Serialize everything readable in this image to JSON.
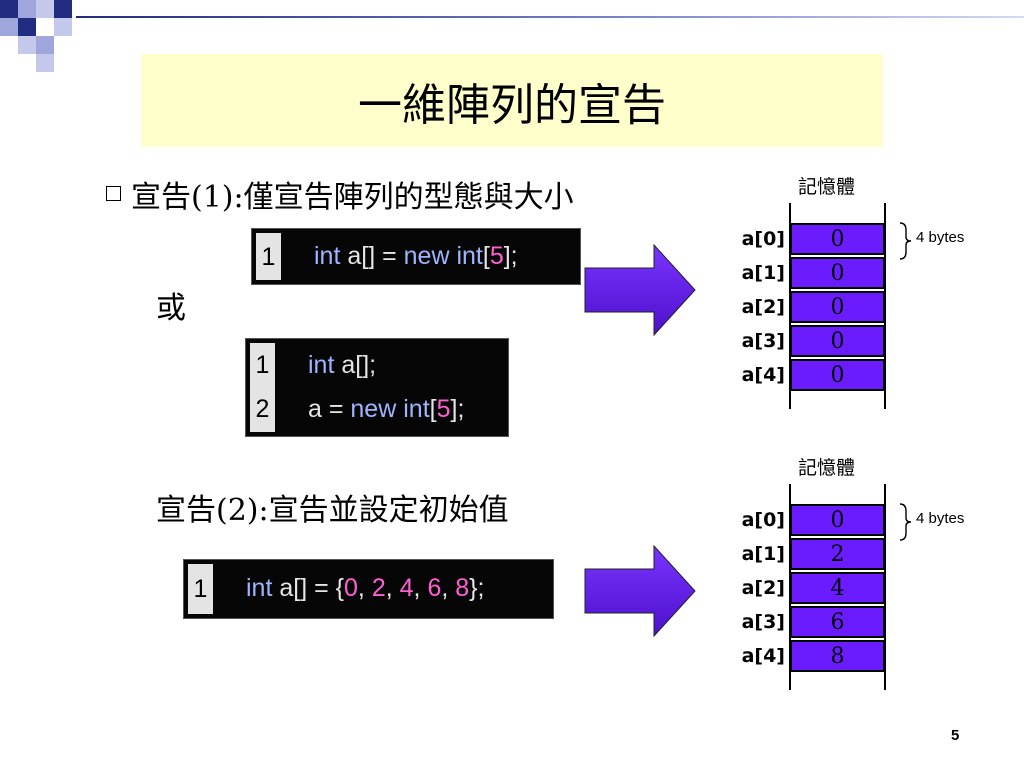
{
  "slide": {
    "title": "一維陣列的宣告",
    "page_number": "5"
  },
  "section1": {
    "heading": "宣告(1):僅宣告陣列的型態與大小",
    "or_label": "或",
    "code_a": {
      "line_numbers": [
        "1"
      ],
      "tokens": [
        {
          "text": "int",
          "style": "kw"
        },
        {
          "text": " a[] = ",
          "style": "plain"
        },
        {
          "text": "new",
          "style": "kw"
        },
        {
          "text": " ",
          "style": "plain"
        },
        {
          "text": "int",
          "style": "kw"
        },
        {
          "text": "[",
          "style": "plain"
        },
        {
          "text": "5",
          "style": "num"
        },
        {
          "text": "];",
          "style": "plain"
        }
      ]
    },
    "code_b": {
      "line_numbers": [
        "1",
        "2"
      ],
      "line1": [
        {
          "text": "int",
          "style": "kw"
        },
        {
          "text": " a[];",
          "style": "plain"
        }
      ],
      "line2": [
        {
          "text": "a = ",
          "style": "plain"
        },
        {
          "text": "new",
          "style": "kw"
        },
        {
          "text": " ",
          "style": "plain"
        },
        {
          "text": "int",
          "style": "kw"
        },
        {
          "text": "[",
          "style": "plain"
        },
        {
          "text": "5",
          "style": "num"
        },
        {
          "text": "];",
          "style": "plain"
        }
      ]
    },
    "memory": {
      "title": "記憶體",
      "brace_label": "4 bytes",
      "indices": [
        "a[0]",
        "a[1]",
        "a[2]",
        "a[3]",
        "a[4]"
      ],
      "values": [
        "0",
        "0",
        "0",
        "0",
        "0"
      ]
    }
  },
  "section2": {
    "heading": "宣告(2):宣告並設定初始值",
    "code_c": {
      "line_numbers": [
        "1"
      ],
      "tokens": [
        {
          "text": "int",
          "style": "kw"
        },
        {
          "text": " a[] = {",
          "style": "plain"
        },
        {
          "text": "0",
          "style": "num"
        },
        {
          "text": ", ",
          "style": "plain"
        },
        {
          "text": "2",
          "style": "num"
        },
        {
          "text": ", ",
          "style": "plain"
        },
        {
          "text": "4",
          "style": "num"
        },
        {
          "text": ", ",
          "style": "plain"
        },
        {
          "text": "6",
          "style": "num"
        },
        {
          "text": ", ",
          "style": "plain"
        },
        {
          "text": "8",
          "style": "num"
        },
        {
          "text": "};",
          "style": "plain"
        }
      ]
    },
    "memory": {
      "title": "記憶體",
      "brace_label": "4 bytes",
      "indices": [
        "a[0]",
        "a[1]",
        "a[2]",
        "a[3]",
        "a[4]"
      ],
      "values": [
        "0",
        "2",
        "4",
        "6",
        "8"
      ]
    }
  },
  "colors": {
    "title_bg": "#ffffcc",
    "cell_fill": "#6a1cff",
    "arrow_fill": "#6a1cff",
    "keyword": "#9fb4ff",
    "number": "#ff5fd2",
    "corner_navy": "#1f2c80"
  }
}
